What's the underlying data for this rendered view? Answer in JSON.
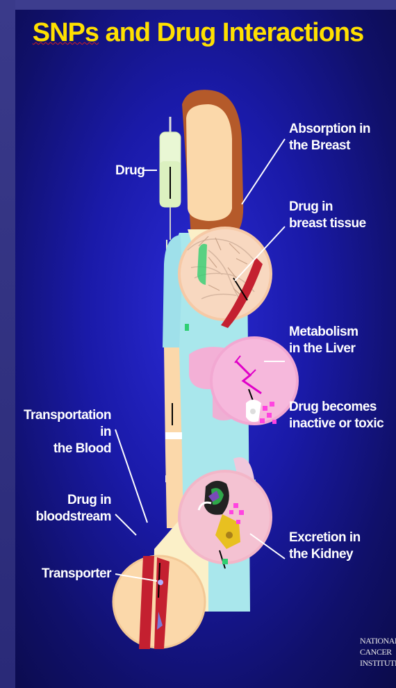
{
  "slide": {
    "title_prefix": "SNPs",
    "title_suffix": " and Drug Interactions",
    "colors": {
      "background": "#1a1aa8",
      "title": "#ffe000",
      "label": "#ffffff"
    }
  },
  "labels": {
    "drug": "Drug",
    "absorption": [
      "Absorption in",
      "the Breast"
    ],
    "drug_in_breast_tissue": [
      "Drug in",
      "breast tissue"
    ],
    "metabolism": [
      "Metabolism",
      "in the Liver"
    ],
    "drug_becomes": [
      "Drug becomes",
      "inactive or toxic"
    ],
    "transportation": [
      "Transportation in",
      "the Blood"
    ],
    "drug_in_bloodstream": [
      "Drug in",
      "bloodstream"
    ],
    "transporter": "Transporter",
    "excretion": [
      "Excretion in",
      "the Kidney"
    ]
  },
  "logo": {
    "lines": [
      "NATIONAL",
      "CANCER",
      "INSTITUTE"
    ]
  }
}
